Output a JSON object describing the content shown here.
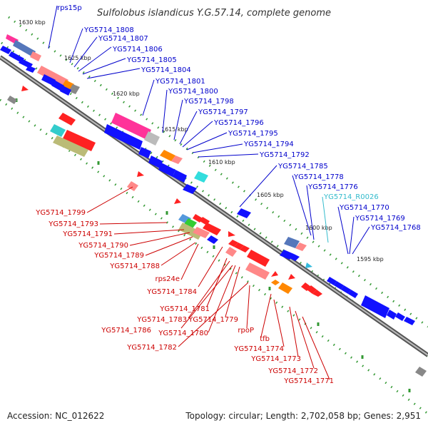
{
  "title": "Sulfolobus islandicus Y.G.57.14, complete genome",
  "footer": {
    "accession": "Accession: NC_012622",
    "summary": "Topology: circular; Length: 2,702,058 bp; Genes: 2,951"
  },
  "colors": {
    "forward_label": "#0000cc",
    "reverse_label": "#cc0000",
    "rna_label": "#33bbcc",
    "tick": "#339933",
    "axis": "#777777"
  },
  "kbp_ticks": [
    "1630 kbp",
    "1625 kbp",
    "1620 kbp",
    "1615 kbp",
    "1610 kbp",
    "1605 kbp",
    "1600 kbp",
    "1595 kbp"
  ],
  "forward_labels": [
    "rps15p",
    "YG5714_1808",
    "YG5714_1807",
    "YG5714_1806",
    "YG5714_1805",
    "YG5714_1804",
    "YG5714_1801",
    "YG5714_1800",
    "YG5714_1798",
    "YG5714_1797",
    "YG5714_1796",
    "YG5714_1795",
    "YG5714_1794",
    "YG5714_1792",
    "YG5714_1785",
    "YG5714_1778",
    "YG5714_1776",
    "YG5714_R0026",
    "YG5714_1770",
    "YG5714_1769",
    "YG5714_1768"
  ],
  "reverse_labels": [
    "YG5714_1799",
    "YG5714_1793",
    "YG5714_1791",
    "YG5714_1790",
    "YG5714_1789",
    "YG5714_1788",
    "rps24e",
    "YG5714_1784",
    "YG5714_1781",
    "YG5714_1783",
    "YG5714_1779",
    "YG5714_1786",
    "YG5714_1780",
    "YG5714_1782",
    "rpoP",
    "tfb",
    "YG5714_1774",
    "YG5714_1773",
    "YG5714_1772",
    "YG5714_1771"
  ]
}
